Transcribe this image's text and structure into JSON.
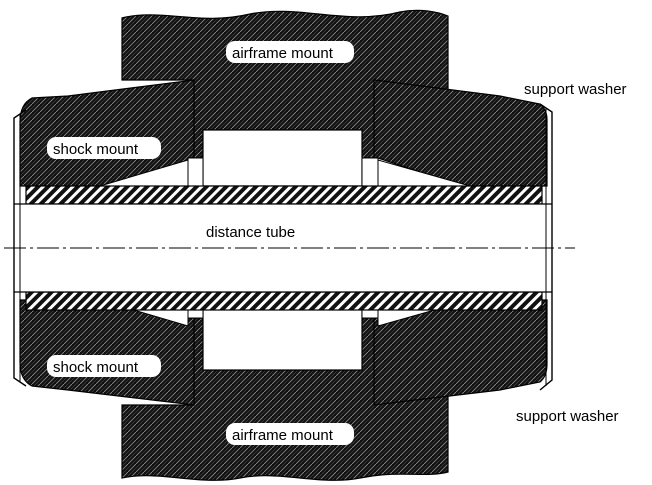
{
  "labels": {
    "airframe_mount_top": "airframe mount",
    "airframe_mount_bottom": "airframe mount",
    "shock_mount_top": "shock mount",
    "shock_mount_bottom": "shock mount",
    "support_washer_top": "support washer",
    "support_washer_bottom": "support washer",
    "distance_tube": "distance tube"
  },
  "colors": {
    "rubber_fill": "#111111",
    "hatch": "#7a7a7a",
    "tube_stripe": "#ffffff",
    "outline": "#000000",
    "background": "#ffffff"
  }
}
